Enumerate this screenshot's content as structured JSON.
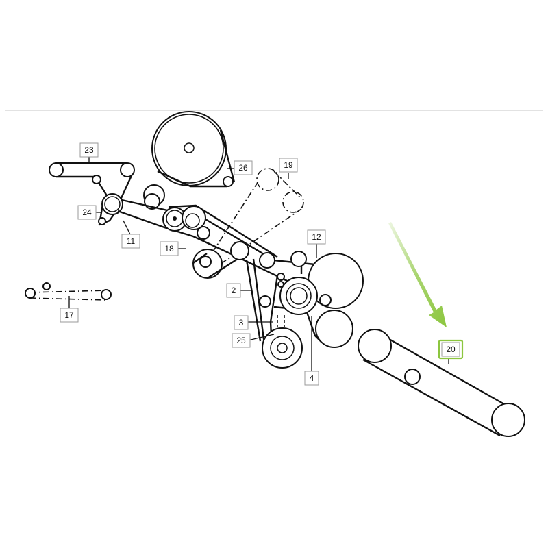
{
  "diagram": {
    "labels": [
      "23",
      "26",
      "19",
      "24",
      "11",
      "18",
      "12",
      "2",
      "17",
      "3",
      "25",
      "4",
      "20"
    ],
    "highlighted_label": "20",
    "colors": {
      "line": "#111111",
      "label_border": "#9a9a9a",
      "highlight": "#8cc63f",
      "divider": "#d0d0d0"
    },
    "icons": [
      "arrow-icon"
    ]
  }
}
